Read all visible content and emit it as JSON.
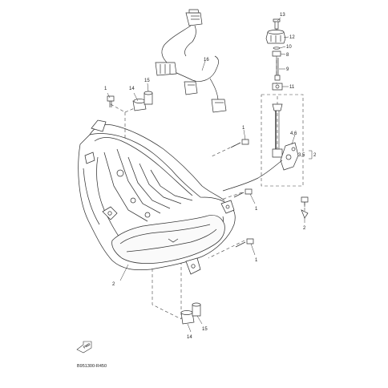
{
  "diagram": {
    "code": "B951300-R450",
    "fwd_label": "FWD",
    "callouts": {
      "c1a": "1",
      "c14a": "14",
      "c15a": "15",
      "c16": "16",
      "c13": "13",
      "c12": "12",
      "c10": "10",
      "c8": "8",
      "c9": "9",
      "c11": "11",
      "c46": "4,6",
      "c35": "3,5",
      "c2r": "2",
      "c1b": "1",
      "c1c": "1",
      "c1d": "1",
      "c2b": "2",
      "c2main": "2",
      "c14b": "14",
      "c15b": "15"
    }
  }
}
